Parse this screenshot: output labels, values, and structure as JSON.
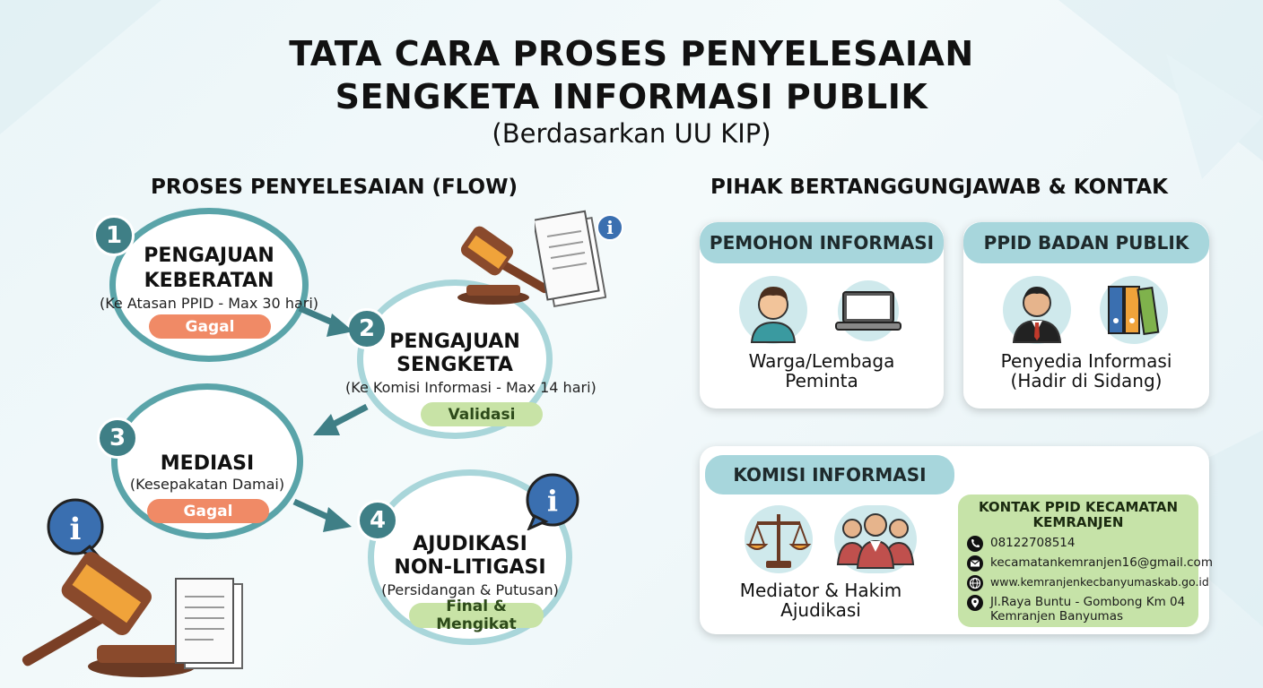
{
  "title": {
    "line1": "TATA CARA PROSES PENYELESAIAN",
    "line2": "SENGKETA INFORMASI PUBLIK",
    "subtitle": "(Berdasarkan UU KIP)"
  },
  "flow": {
    "heading": "PROSES PENYELESAIAN (FLOW)",
    "steps": [
      {
        "number": "1",
        "title_line1": "PENGAJUAN",
        "title_line2": "KEBERATAN",
        "detail": "(Ke Atasan PPID - Max 30 hari)",
        "status": "Gagal",
        "status_color": "#f08a66"
      },
      {
        "number": "2",
        "title_line1": "PENGAJUAN",
        "title_line2": "SENGKETA",
        "detail": "(Ke Komisi Informasi - Max 14 hari)",
        "status": "Validasi",
        "status_color": "#c8e3a6"
      },
      {
        "number": "3",
        "title_line1": "MEDIASI",
        "title_line2": "",
        "detail": "(Kesepakatan Damai)",
        "status": "Gagal",
        "status_color": "#f08a66"
      },
      {
        "number": "4",
        "title_line1": "AJUDIKASI",
        "title_line2": "NON-LITIGASI",
        "detail": "(Persidangan & Putusan)",
        "status": "Final & Mengikat",
        "status_color": "#c8e3a6"
      }
    ]
  },
  "parties": {
    "heading": "PIHAK BERTANGGUNGJAWAB & KONTAK",
    "pemohon": {
      "header": "PEMOHON INFORMASI",
      "label_line1": "Warga/Lembaga",
      "label_line2": "Peminta"
    },
    "ppid": {
      "header": "PPID BADAN PUBLIK",
      "label_line1": "Penyedia Informasi",
      "label_line2": "(Hadir di Sidang)"
    },
    "komisi": {
      "header": "KOMISI INFORMASI",
      "label_line1": "Mediator & Hakim",
      "label_line2": "Ajudikasi"
    },
    "contact": {
      "title_line1": "KONTAK PPID KECAMATAN",
      "title_line2": "KEMRANJEN",
      "phone": "08122708514",
      "email": "kecamatankemranjen16@gmail.com",
      "website": "www.kemranjenkecbanyumaskab.go.id",
      "address_line1": "Jl.Raya Buntu - Gombong Km 04",
      "address_line2": "Kemranjen Banyumas"
    }
  },
  "colors": {
    "teal_dark": "#3f7f86",
    "teal_ring": "#5aa4a9",
    "teal_light": "#a7d6dc",
    "fail": "#f08a66",
    "success": "#c8e3a6"
  }
}
